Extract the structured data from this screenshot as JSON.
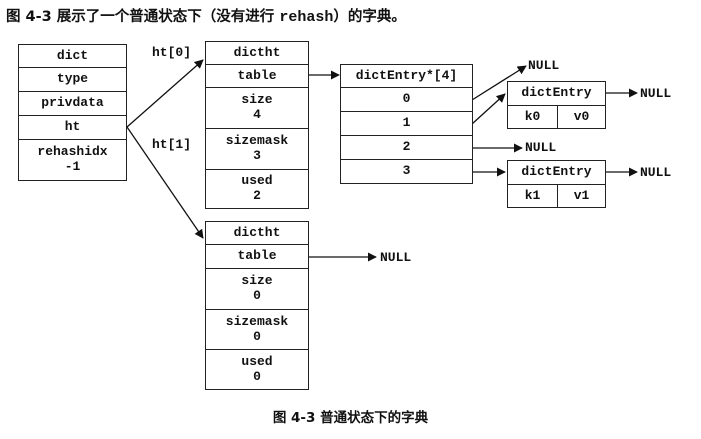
{
  "heading": {
    "prefix": "图 4-3 展示了一个普通状态下（没有进行 ",
    "code": "rehash",
    "suffix": "）的字典。"
  },
  "caption": "图 4-3   普通状态下的字典",
  "dict": {
    "rows": [
      "dict",
      "type",
      "privdata",
      "ht"
    ],
    "rehashidx_label": "rehashidx",
    "rehashidx_value": "-1"
  },
  "ht_labels": [
    "ht[0]",
    "ht[1]"
  ],
  "ht0": {
    "title": "dictht",
    "table": "table",
    "size_label": "size",
    "size": "4",
    "sizemask_label": "sizemask",
    "sizemask": "3",
    "used_label": "used",
    "used": "2"
  },
  "ht1": {
    "title": "dictht",
    "table": "table",
    "size_label": "size",
    "size": "0",
    "sizemask_label": "sizemask",
    "sizemask": "0",
    "used_label": "used",
    "used": "0"
  },
  "array": {
    "title": "dictEntry*[4]",
    "indices": [
      "0",
      "1",
      "2",
      "3"
    ]
  },
  "entries": [
    {
      "title": "dictEntry",
      "key": "k0",
      "value": "v0"
    },
    {
      "title": "dictEntry",
      "key": "k1",
      "value": "v1"
    }
  ],
  "null_text": "NULL"
}
